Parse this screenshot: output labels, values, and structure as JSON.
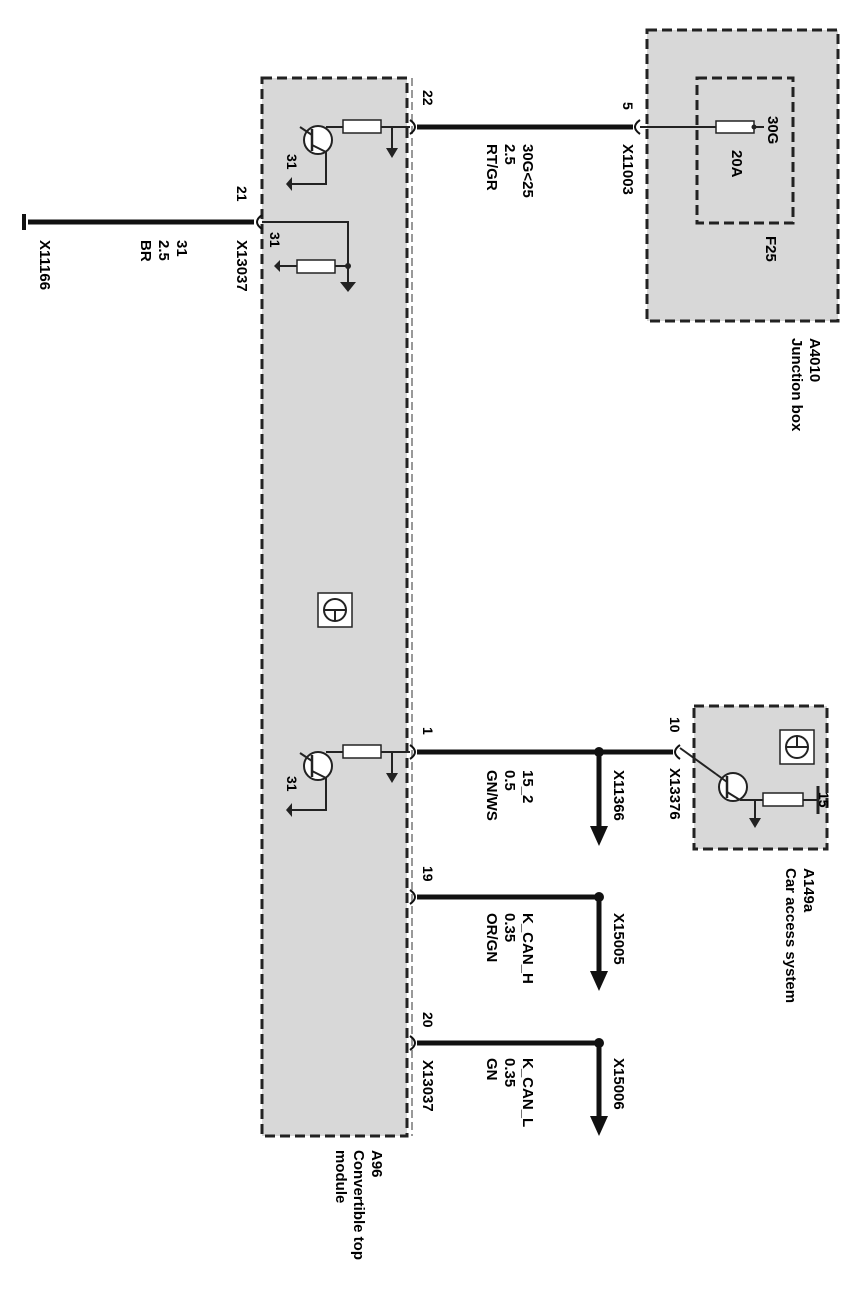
{
  "components": {
    "junction_box": {
      "id": "A4010",
      "name": "Junction box",
      "fuse_id": "F25",
      "fuse_rating": "20A",
      "fuse_terminal": "30G"
    },
    "cas": {
      "id": "A149a",
      "name": "Car access system",
      "terminal": "15"
    },
    "top_module": {
      "id": "A96",
      "name_line1": "Convertible top",
      "name_line2": "module"
    }
  },
  "internal_labels": {
    "ground_a": "31",
    "ground_b": "31",
    "ground_c": "31"
  },
  "connectors": {
    "x11003": "X11003",
    "x13037_top": "X13037",
    "x13037_bottom": "X13037",
    "x11166": "X11166",
    "x13376": "X13376",
    "x11366": "X11366",
    "x15005": "X15005",
    "x15006": "X15006"
  },
  "pins": {
    "p22": "22",
    "p21": "21",
    "p5": "5",
    "p1": "1",
    "p10": "10",
    "p19": "19",
    "p20": "20"
  },
  "wires": {
    "w30g": {
      "signal": "30G<25",
      "size": "2.5",
      "color": "RT/GR"
    },
    "w31": {
      "signal": "31",
      "size": "2.5",
      "color": "BR"
    },
    "w15": {
      "signal": "15_2",
      "size": "0.5",
      "color": "GN/WS"
    },
    "wcanh": {
      "signal": "K_CAN_H",
      "size": "0.35",
      "color": "OR/GN"
    },
    "wcanl": {
      "signal": "K_CAN_L",
      "size": "0.35",
      "color": "GN"
    }
  }
}
